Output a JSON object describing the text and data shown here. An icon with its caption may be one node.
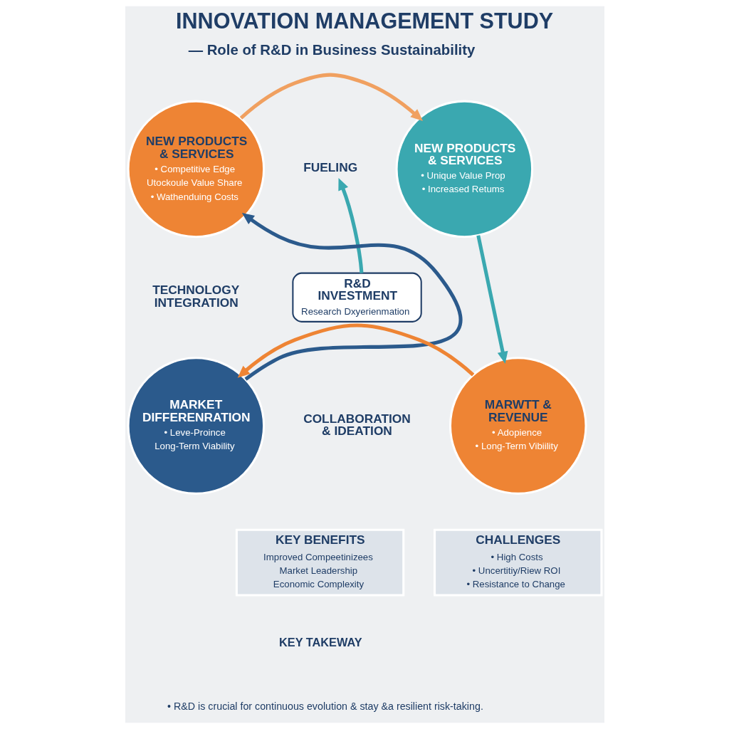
{
  "diagram": {
    "title": "INNOVATION MANAGEMENT STUDY",
    "nodes": [
      {
        "text": [
          "NEW PRODUCTS & SERVICES",
          "• Competitive Edge",
          "Utockoule Value Share",
          "• Wathenduing Costs"
        ]
      },
      {
        "text": [
          "FUELING"
        ]
      },
      {
        "text": [
          "NEW PRODUCTS & SERVICES",
          "• Unique Value Prop",
          "• Increased Retums"
        ]
      },
      {
        "text": [
          "TECHNOLOGY INTEGRATION"
        ]
      },
      {
        "text": [
          "R&D INVESTMENT",
          "Research Dxyerienmation"
        ]
      },
      {
        "text": [
          "MARKET DIFFERENRATION",
          "• Leve-Proince",
          "Long-Term Viability"
        ]
      },
      {
        "text": [
          "COLLABORATION & IDEATION"
        ]
      },
      {
        "text": [
          "MARWTT & REVENUE",
          "• Adopience",
          "• Long-Term Vibiility"
        ]
      },
      {
        "text": [
          "KEY BENEFITS",
          "Improved Compeetinizees",
          "Market Leadership",
          "Economic Complexity"
        ]
      },
      {
        "text": [
          "CHALLENGES",
          "• High Costs",
          "• Uncertitiy/Riew ROI",
          "• Resistance to Change"
        ]
      }
    ],
    "edges": [
      {
        "from": 0,
        "to": 2,
        "arrow": "to",
        "color": "#f0a060"
      },
      {
        "from": 2,
        "to": 7,
        "arrow": "to",
        "color": "#3aa8b0"
      },
      {
        "from": 7,
        "to": 5,
        "arrow": "to",
        "color": "#ee8434"
      },
      {
        "from": 5,
        "to": 0,
        "arrow": "to",
        "color": "#2b5a8c"
      },
      {
        "from": 4,
        "to": 1,
        "arrow": "to",
        "color": "#3aa8b0"
      }
    ],
    "labels": [
      "— Role of R&D in Business Sustainability",
      "KEY TAKEWAY",
      "• R&D is crucial for continuous evolution & stay &a resilient risk-taking."
    ]
  }
}
